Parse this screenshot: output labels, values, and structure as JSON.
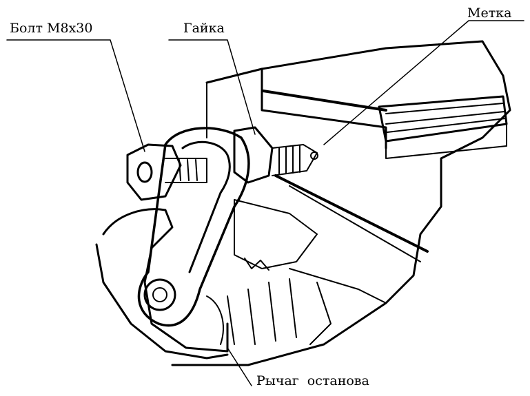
{
  "labels": {
    "bolt": "Болт М8х30",
    "nut": "Гайка",
    "mark": "Метка",
    "stop_lever": "Рычаг  останова"
  },
  "colors": {
    "ink": "#000000",
    "paper": "#ffffff"
  }
}
